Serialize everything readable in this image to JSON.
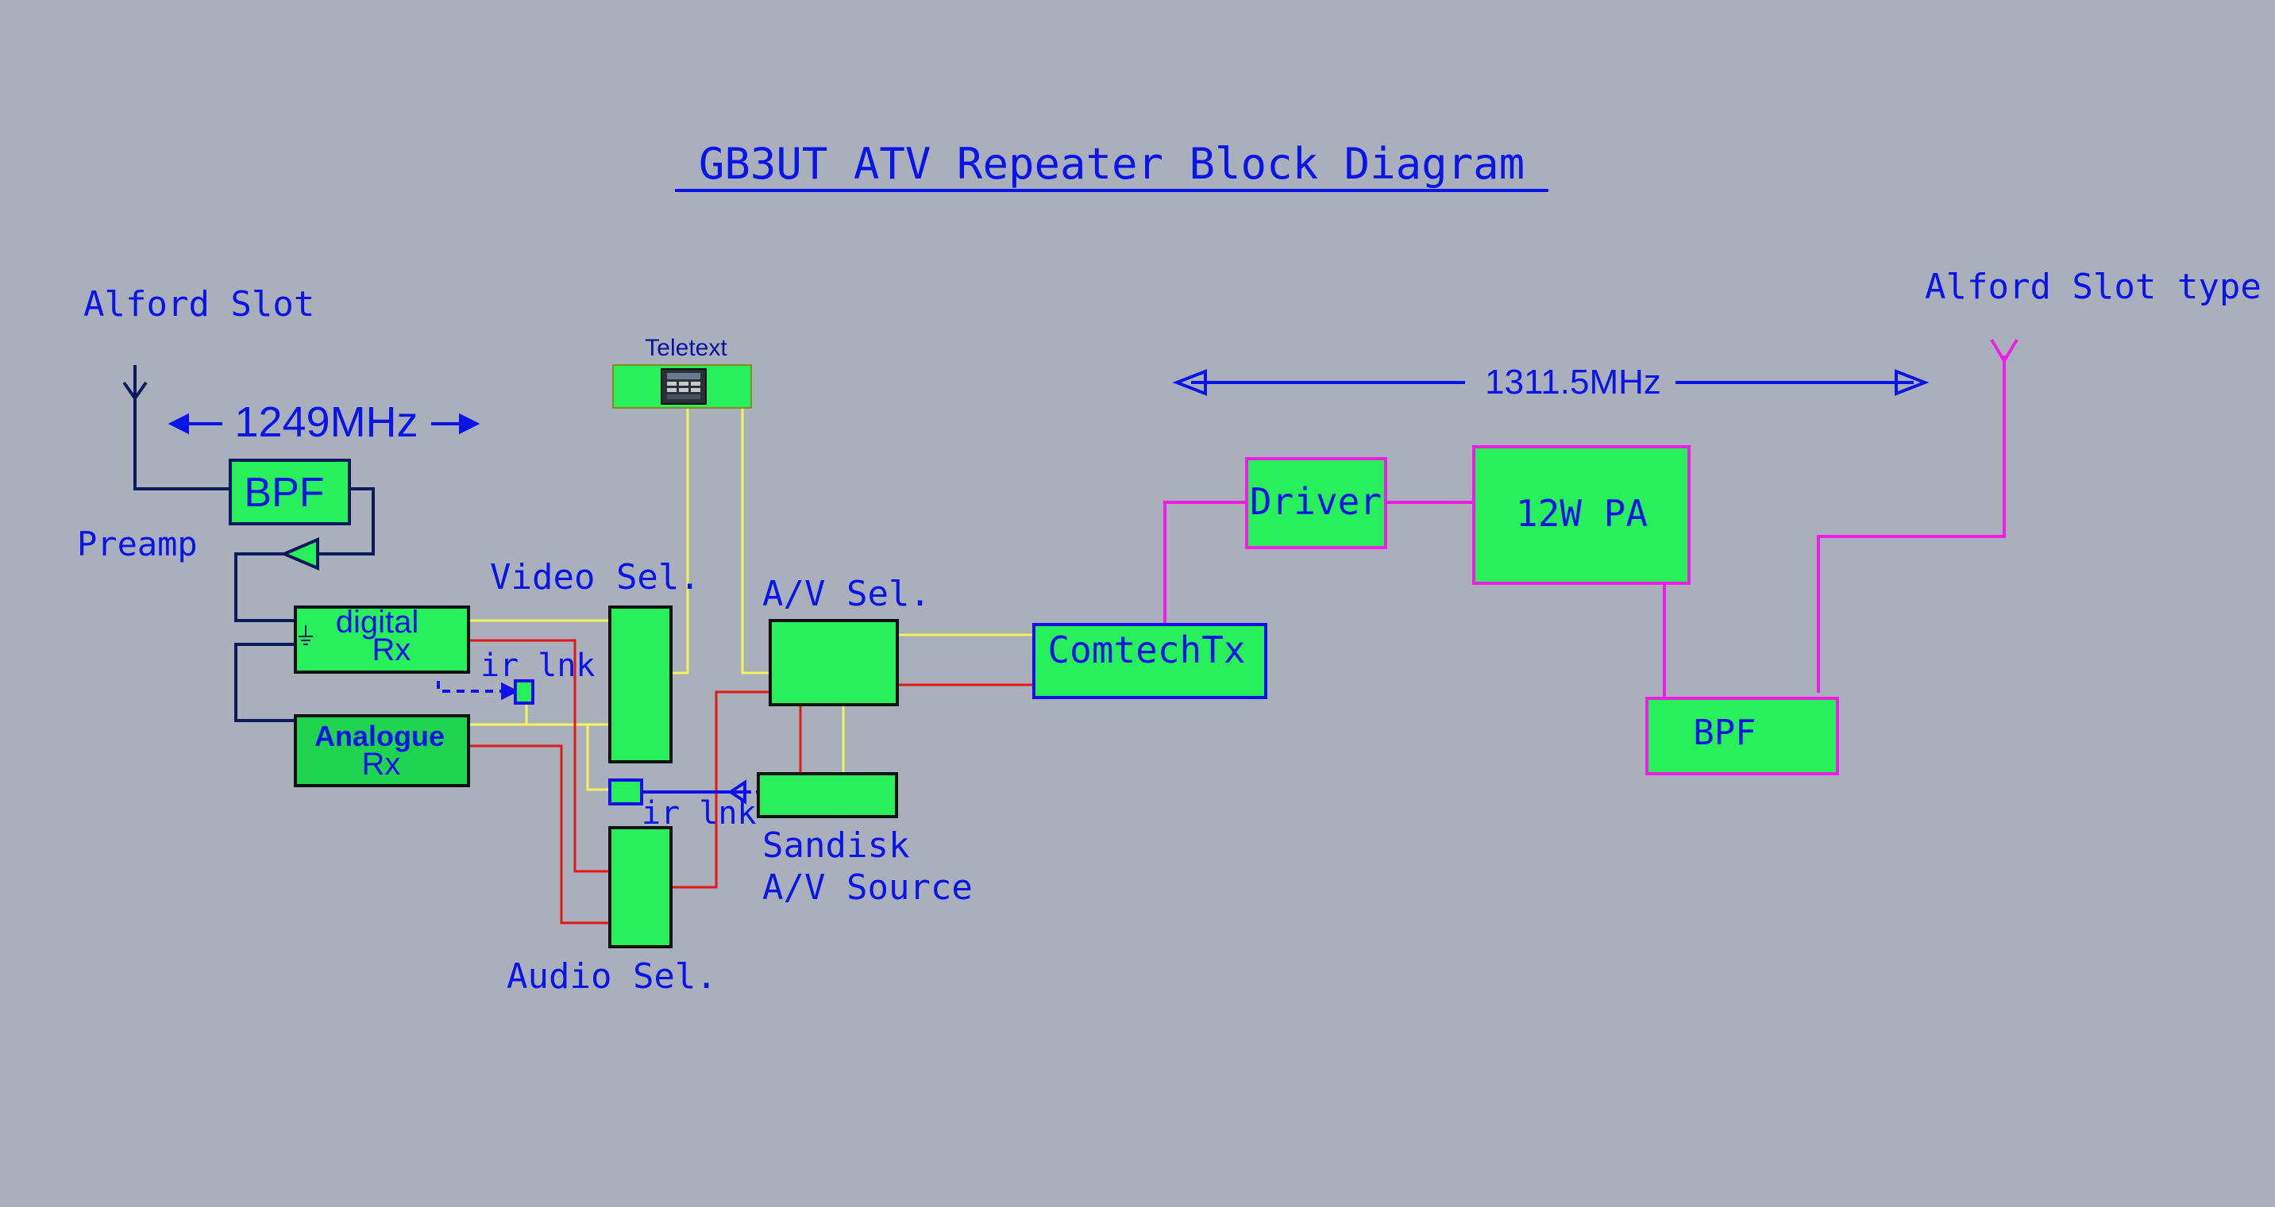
{
  "diagram": {
    "title": "GB3UT ATV Repeater Block Diagram",
    "receive_section": {
      "antenna_label": "Alford Slot",
      "frequency_label": "1249MHz",
      "bpf_label": "BPF",
      "preamp_label": "Preamp",
      "digital_rx_line1": "digital",
      "digital_rx_line2": "Rx",
      "analogue_rx_line1": "Analogue",
      "analogue_rx_line2": "Rx"
    },
    "switching_section": {
      "teletext_label": "Teletext",
      "video_sel_label": "Video Sel.",
      "av_sel_label": "A/V Sel.",
      "audio_sel_label": "Audio Sel.",
      "ir_link_label_1": "ir lnk",
      "ir_link_label_2": "ir lnk",
      "sandisk_line1": "Sandisk",
      "sandisk_line2": "A/V Source"
    },
    "transmit_section": {
      "tx_label": "ComtechTx",
      "driver_label": "Driver",
      "pa_label": "12W PA",
      "bpf_label": "BPF",
      "frequency_label": "1311.5MHz",
      "antenna_label": "Alford Slot type"
    },
    "colors": {
      "background": "#a9b0bb",
      "box_fill": "#27f05a",
      "label_blue": "#0a14e6",
      "rf_path_navy": "#0b1a5c",
      "video_yellow": "#f2f25a",
      "audio_red": "#e01818",
      "tx_rf_magenta": "#ee1ee6",
      "ir_link_blue": "#1010e8"
    }
  }
}
